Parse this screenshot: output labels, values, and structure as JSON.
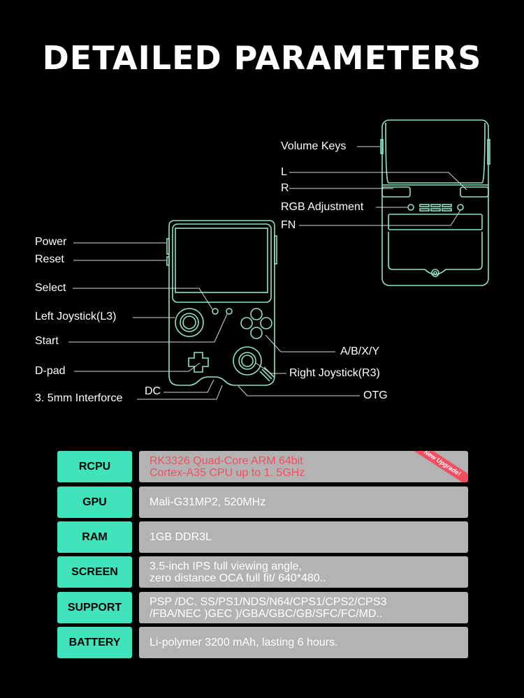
{
  "title": "DETAILED PARAMETERS",
  "colors": {
    "accent": "#3fe4bd",
    "outline": "#8ee3c8",
    "value_bg": "#b3b3b3",
    "highlight": "#f24f62"
  },
  "diagram_labels": {
    "volume_keys": "Volume Keys",
    "l": "L",
    "r": "R",
    "rgb": "RGB Adjustment",
    "fn": "FN",
    "power": "Power",
    "reset": "Reset",
    "select": "Select",
    "left_joystick": "Left Joystick(L3)",
    "start": "Start",
    "dpad": "D-pad",
    "dc": "DC",
    "jack": "3. 5mm Interforce",
    "abxy": "A/B/X/Y",
    "right_joystick": "Right Joystick(R3)",
    "otg": "OTG"
  },
  "specs": [
    {
      "key": "RCPU",
      "lines": [
        "RK3326 Quad-Core ARM 64bit",
        "Cortex-A35 CPU up to 1. 5GHz"
      ],
      "badge": "New Upgrade!"
    },
    {
      "key": "GPU",
      "lines": [
        "Mali-G31MP2, 520MHz"
      ]
    },
    {
      "key": "RAM",
      "lines": [
        "1GB DDR3L"
      ]
    },
    {
      "key": "SCREEN",
      "lines": [
        "3.5-inch IPS full viewing angle,",
        "zero distance OCA full fit/ 640*480.."
      ]
    },
    {
      "key": "SUPPORT",
      "lines": [
        "PSP /DC. SS/PS1/NDS/N64/CPS1/CPS2/CPS3",
        "/FBA/NEC )GEC )/GBA/GBC/GB/SFC/FC/MD.."
      ]
    },
    {
      "key": "BATTERY",
      "lines": [
        "Li-polymer 3200 mAh, lasting 6 hours."
      ]
    }
  ]
}
